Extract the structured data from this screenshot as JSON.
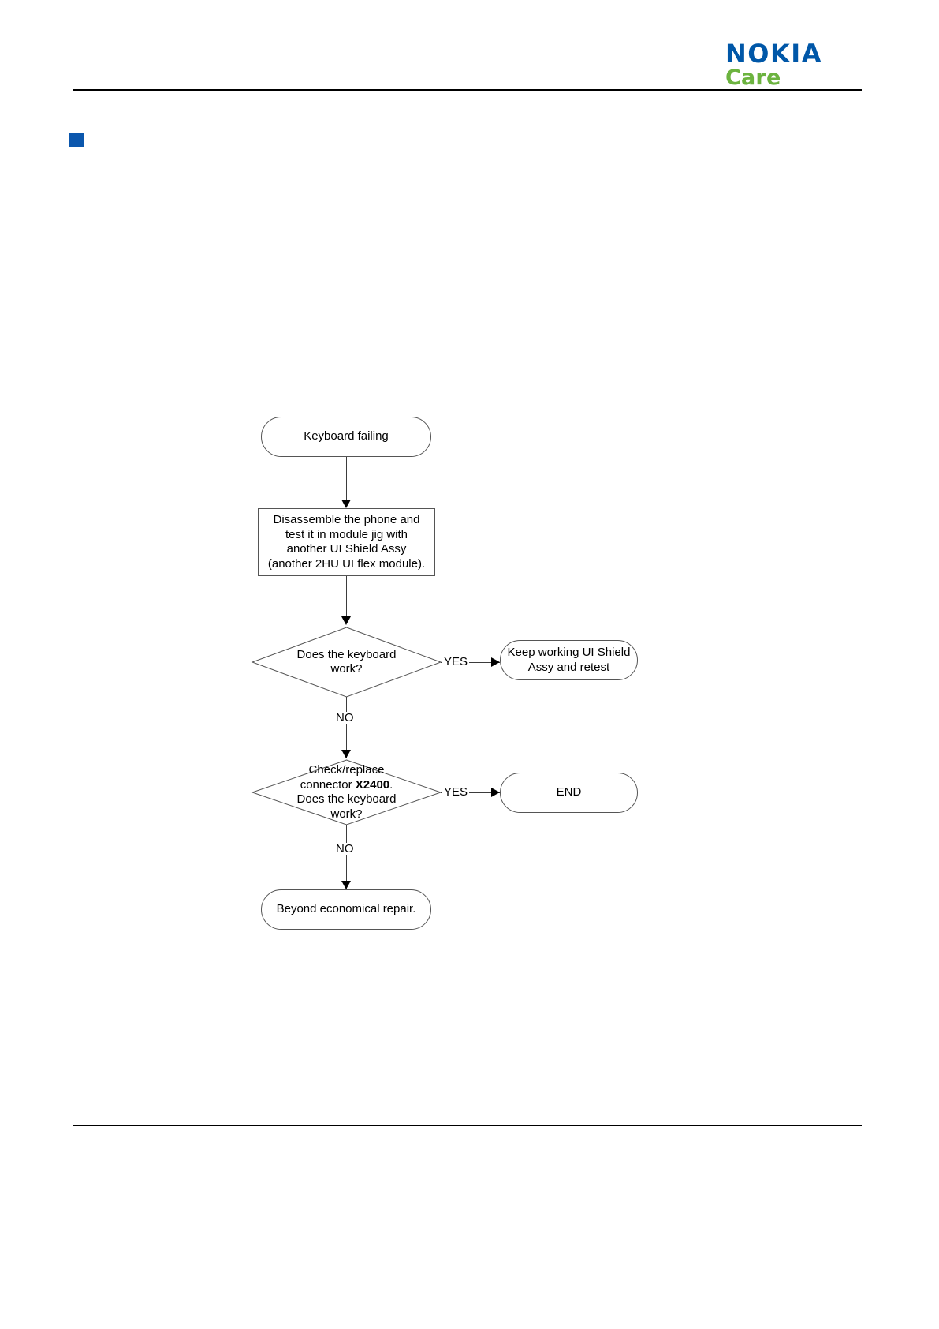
{
  "header": {
    "logo_primary": "NOKIA",
    "logo_secondary": "Care",
    "logo_primary_color": "#0057a8",
    "logo_secondary_color": "#6cb33f",
    "bullet_color": "#0b57ad"
  },
  "flowchart": {
    "title": "Keyboard failing troubleshooting flow",
    "nodes": {
      "start": {
        "shape": "terminal",
        "text": "Keyboard failing"
      },
      "process_disassemble": {
        "shape": "process",
        "line1": "Disassemble the phone and",
        "line2": "test it in module jig with",
        "line3": "another UI Shield Assy",
        "line4": "(another 2HU UI flex module)."
      },
      "decision_keyboard_work": {
        "shape": "decision",
        "line1": "Does the keyboard",
        "line2": "work?"
      },
      "keep_working": {
        "shape": "terminal",
        "line1": "Keep working UI Shield",
        "line2": "Assy and retest"
      },
      "decision_x2400": {
        "shape": "decision",
        "line1": "Check/replace",
        "line2_prefix": "connector ",
        "line2_bold": "X2400",
        "line2_suffix": ".",
        "line3": "Does the keyboard",
        "line4": "work?"
      },
      "end": {
        "shape": "terminal",
        "text": "END"
      },
      "beyond_repair": {
        "shape": "terminal",
        "text": "Beyond economical repair."
      }
    },
    "edge_labels": {
      "yes_1": "YES",
      "no_1": "NO",
      "yes_2": "YES",
      "no_2": "NO"
    }
  }
}
